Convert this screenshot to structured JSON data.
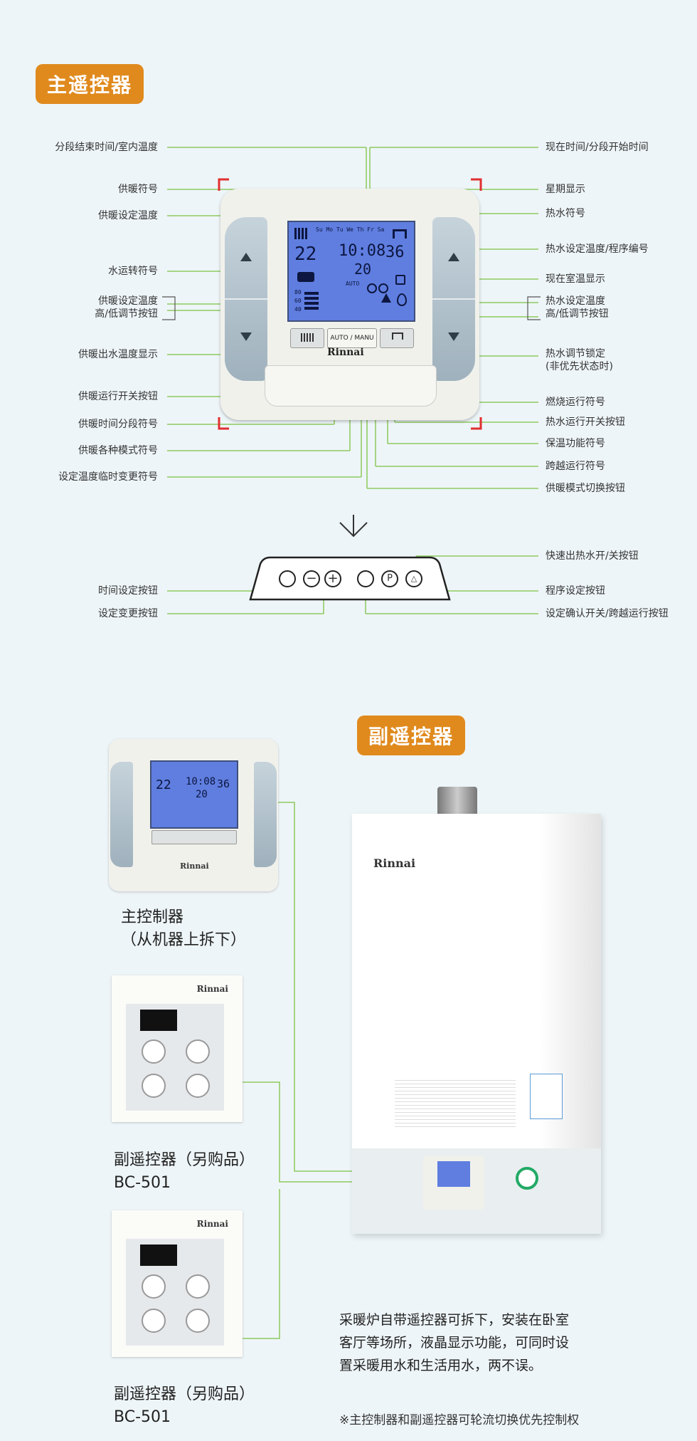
{
  "section1": {
    "title": "主遥控器"
  },
  "left_labels": [
    "分段结束时间/室内温度",
    "供暖符号",
    "供暖设定温度",
    "水运转符号",
    "供暖设定温度\n高/低调节按钮",
    "供暖出水温度显示",
    "供暖运行开关按钮",
    "供暖时间分段符号",
    "供暖各种模式符号",
    "设定温度临时变更符号"
  ],
  "right_labels": [
    "现在时间/分段开始时间",
    "星期显示",
    "热水符号",
    "热水设定温度/程序编号",
    "现在室温显示",
    "热水设定温度\n高/低调节按钮",
    "热水调节锁定\n(非优先状态时)",
    "燃烧运行符号",
    "热水运行开关按钮",
    "保温功能符号",
    "跨越运行符号",
    "供暖模式切换按钮"
  ],
  "panel_labels": {
    "left": [
      "时间设定按钮",
      "设定变更按钮"
    ],
    "right": [
      "快速出热水开/关按钮",
      "程序设定按钮",
      "设定确认开关/跨越运行按钮"
    ]
  },
  "lcd": {
    "days": "Su Mo Tu We Th Fr Sa",
    "heat_temp": "22",
    "time": "10:08",
    "water_temp": "36",
    "room_temp": "20",
    "mode": "AUTO",
    "scale": [
      "80",
      "60",
      "40"
    ],
    "brand": "Rinnai",
    "btn_center": "AUTO / MANU"
  },
  "section2": {
    "title": "副遥控器"
  },
  "captions": {
    "main_controller": [
      "主控制器",
      "（从机器上拆下）"
    ],
    "sub1": [
      "副遥控器（另购品）",
      "BC-501"
    ],
    "sub2": [
      "副遥控器（另购品）",
      "BC-501"
    ]
  },
  "sub_brand": "Rinnai",
  "boiler_brand": "Rinnai",
  "description": [
    "采暖炉自带遥控器可拆下，安装在卧室",
    "客厅等场所，液晶显示功能，可同时设",
    "置采暖用水和生活用水，两不误。"
  ],
  "footnote": "※主控制器和副遥控器可轮流切换优先控制权"
}
